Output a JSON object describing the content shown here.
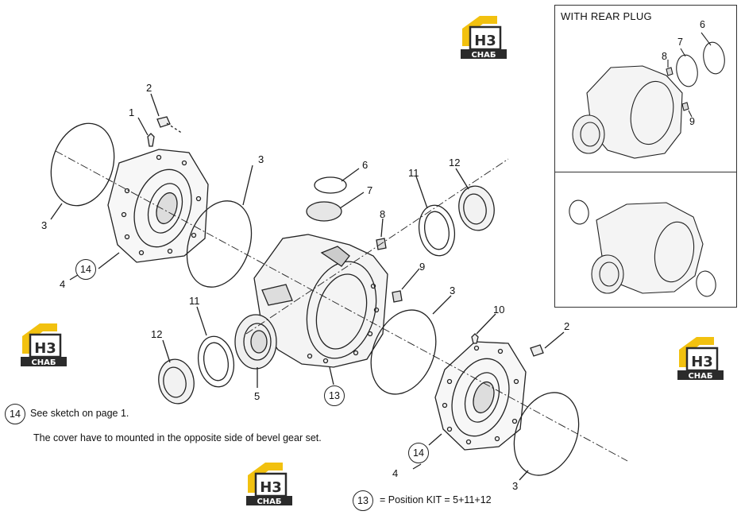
{
  "inset": {
    "title": "WITH REAR PLUG"
  },
  "callouts": {
    "c1": "1",
    "c2_top": "2",
    "c3_left": "3",
    "c3_top": "3",
    "c4_left": "4",
    "c14_left": "14",
    "c6": "6",
    "c7": "7",
    "c8": "8",
    "c9": "9",
    "c11_top": "11",
    "c12_top": "12",
    "c11_bottom": "11",
    "c12_bottom": "12",
    "c5": "5",
    "c13": "13",
    "c3_mid": "3",
    "c10": "10",
    "c2_right": "2",
    "c14_right": "14",
    "c4_right": "4",
    "c3_bottom": "3",
    "inset_c6": "6",
    "inset_c7": "7",
    "inset_c8": "8",
    "inset_c9": "9"
  },
  "notes": {
    "sketch_num": "14",
    "sketch_text": "See sketch on page 1.",
    "cover_text": "The cover have to mounted  in  the opposite side of bevel gear set.",
    "kit_num": "13",
    "kit_text": "= Position KIT = 5+11+12"
  },
  "logo": {
    "top": "H3",
    "bottom": "CHAБ"
  },
  "colors": {
    "logo_yellow": "#f2c10f",
    "logo_dark": "#2b2b2b",
    "line": "#222222"
  }
}
